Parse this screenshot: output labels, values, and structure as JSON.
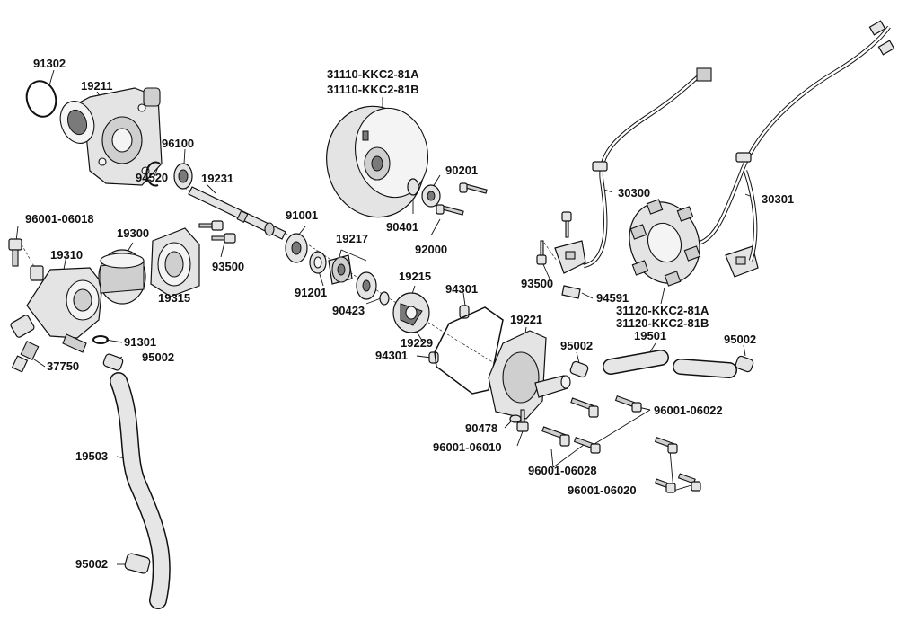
{
  "labels": {
    "p91302": "91302",
    "p19211": "19211",
    "p96100": "96100",
    "p94520": "94520",
    "p19231": "19231",
    "p96001_06018": "96001-06018",
    "p19300": "19300",
    "p19310": "19310",
    "p19315": "19315",
    "p93500a": "93500",
    "p91301": "91301",
    "p95002a": "95002",
    "p37750": "37750",
    "p19503": "19503",
    "p95002b": "95002",
    "p31110a": "31110-KKC2-81A",
    "p31110b": "31110-KKC2-81B",
    "p90201": "90201",
    "p91001": "91001",
    "p19217": "19217",
    "p90401": "90401",
    "p92000": "92000",
    "p91201": "91201",
    "p90423": "90423",
    "p19215": "19215",
    "p94301a": "94301",
    "p19229": "19229",
    "p94301b": "94301",
    "p19221": "19221",
    "p90478": "90478",
    "p96001_06010": "96001-06010",
    "p96001_06028": "96001-06028",
    "p30300": "30300",
    "p30301": "30301",
    "p93500b": "93500",
    "p94591": "94591",
    "p31120a": "31120-KKC2-81A",
    "p31120b": "31120-KKC2-81B",
    "p95002c": "95002",
    "p19501": "19501",
    "p95002d": "95002",
    "p96001_06022": "96001-06022",
    "p96001_06020": "96001-06020"
  },
  "colors": {
    "line": "#111111",
    "part_fill": "#e4e4e4",
    "part_shade": "#cfcfcf",
    "background": "#ffffff"
  }
}
